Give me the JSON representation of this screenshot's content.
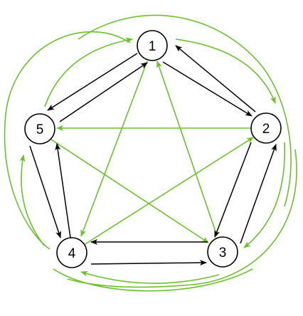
{
  "colors": {
    "background": "#ffffff",
    "black_arrow": "#000000",
    "green_arrow": "#6cc12a",
    "node_stroke": "#000000",
    "node_fill": "#ffffff"
  },
  "nodes": [
    {
      "id": "1",
      "label": "1"
    },
    {
      "id": "2",
      "label": "2"
    },
    {
      "id": "3",
      "label": "3"
    },
    {
      "id": "4",
      "label": "4"
    },
    {
      "id": "5",
      "label": "5"
    }
  ],
  "black_edges": [
    {
      "from": "1",
      "to": "2"
    },
    {
      "from": "2",
      "to": "1"
    },
    {
      "from": "2",
      "to": "3"
    },
    {
      "from": "3",
      "to": "2"
    },
    {
      "from": "3",
      "to": "4"
    },
    {
      "from": "4",
      "to": "3"
    },
    {
      "from": "4",
      "to": "5"
    },
    {
      "from": "5",
      "to": "4"
    },
    {
      "from": "5",
      "to": "1"
    },
    {
      "from": "1",
      "to": "5"
    }
  ],
  "green_edges": [
    {
      "from": "2",
      "to": "5"
    },
    {
      "from": "5",
      "to": "3"
    },
    {
      "from": "3",
      "to": "1"
    },
    {
      "from": "1",
      "to": "4"
    },
    {
      "from": "4",
      "to": "2"
    },
    {
      "from": "1",
      "to": "2",
      "style": "outer-curve"
    },
    {
      "from": "2",
      "to": "3",
      "style": "outer-curve"
    },
    {
      "from": "3",
      "to": "4",
      "style": "outer-curve"
    },
    {
      "from": "4",
      "to": "5",
      "style": "outer-curve"
    },
    {
      "from": "5",
      "to": "1",
      "style": "outer-curve"
    }
  ]
}
